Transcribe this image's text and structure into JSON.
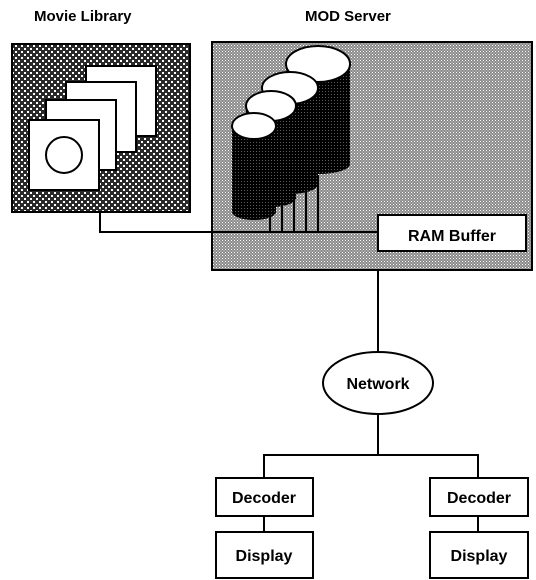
{
  "library": {
    "title": "Movie Library"
  },
  "server": {
    "title": "MOD Server",
    "buffer_label": "RAM Buffer"
  },
  "network": {
    "label": "Network"
  },
  "clients": [
    {
      "decoder": "Decoder",
      "display": "Display"
    },
    {
      "decoder": "Decoder",
      "display": "Display"
    }
  ],
  "colors": {
    "ink": "#000000",
    "paper": "#ffffff"
  }
}
